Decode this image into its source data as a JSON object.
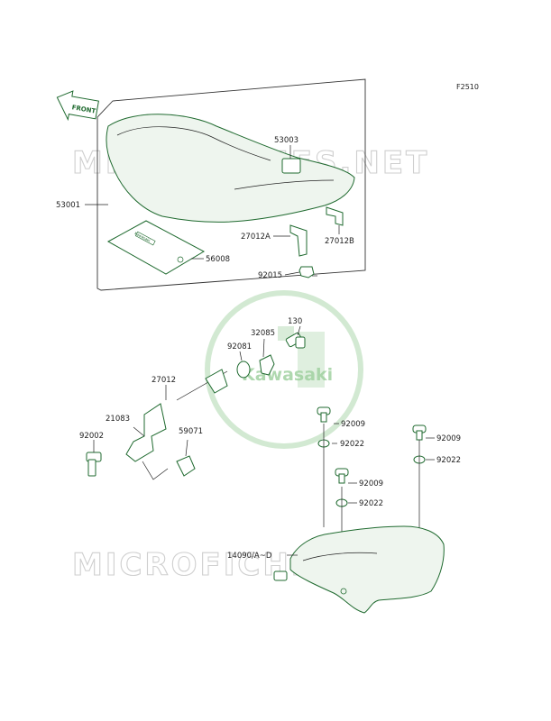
{
  "figure_id": "F2510",
  "front_label": "FRONT",
  "watermark": {
    "site_text": "MICROFICHES.NET",
    "brand_text": "Kawasaki"
  },
  "card_text": "Kawasaki",
  "colors": {
    "line": "#1f6a2f",
    "watermark": "#cfcfcf",
    "text": "#222222"
  },
  "parts": [
    {
      "key": "p53003",
      "label": "53003"
    },
    {
      "key": "p53001",
      "label": "53001"
    },
    {
      "key": "p27012A",
      "label": "27012A"
    },
    {
      "key": "p27012B",
      "label": "27012B"
    },
    {
      "key": "p56008",
      "label": "56008"
    },
    {
      "key": "p92015",
      "label": "92015"
    },
    {
      "key": "p130",
      "label": "130"
    },
    {
      "key": "p32085",
      "label": "32085"
    },
    {
      "key": "p92081",
      "label": "92081"
    },
    {
      "key": "p27012",
      "label": "27012"
    },
    {
      "key": "p21083",
      "label": "21083"
    },
    {
      "key": "p59071",
      "label": "59071"
    },
    {
      "key": "p92002",
      "label": "92002"
    },
    {
      "key": "p92009a",
      "label": "92009"
    },
    {
      "key": "p92022a",
      "label": "92022"
    },
    {
      "key": "p92009b",
      "label": "92009"
    },
    {
      "key": "p92022b",
      "label": "92022"
    },
    {
      "key": "p92009c",
      "label": "92009"
    },
    {
      "key": "p92022c",
      "label": "92022"
    },
    {
      "key": "p14090",
      "label": "14090/A~D"
    }
  ]
}
